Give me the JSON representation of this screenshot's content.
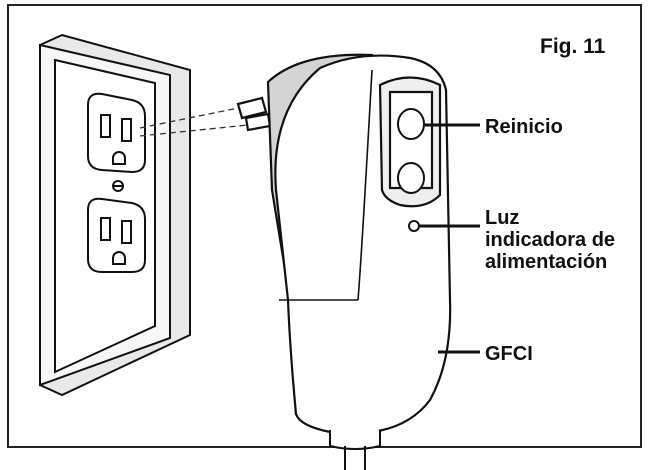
{
  "figure": {
    "title": "Fig. 11",
    "labels": {
      "reset": "Reinicio",
      "power_light_line1": "Luz",
      "power_light_line2": "indicadora de",
      "power_light_line3": "alimentación",
      "gfci": "GFCI"
    },
    "icons": [
      "wall-outlet",
      "gfci-plug",
      "reset-button",
      "power-indicator-light",
      "power-cord"
    ]
  }
}
